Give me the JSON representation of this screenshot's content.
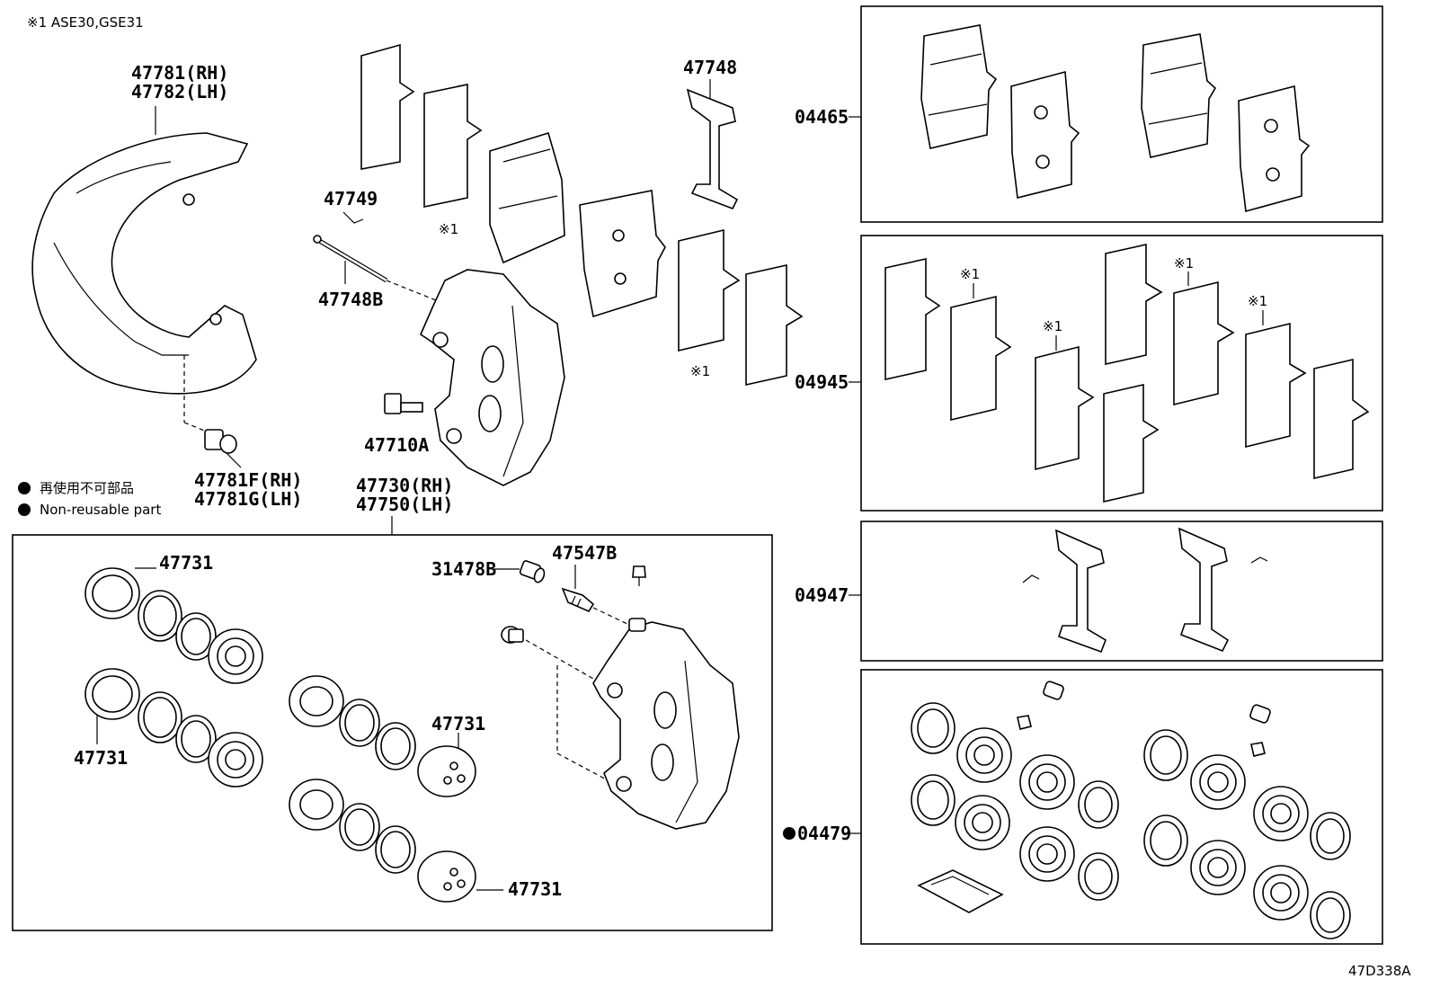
{
  "header_note": "※1 ASE30,GSE31",
  "legend": {
    "jp": "再使用不可部品",
    "en": "Non-reusable part"
  },
  "labels": {
    "shield_rh": "47781(RH)",
    "shield_lh": "47782(LH)",
    "bolt_rh": "47781F(RH)",
    "bolt_lh": "47781G(LH)",
    "pin_clip": "47749",
    "pin": "47748B",
    "spring": "47748",
    "caliper_bolt": "47710A",
    "caliper_rh": "47730(RH)",
    "caliper_lh": "47750(LH)",
    "mark1_a": "※1",
    "mark1_b": "※1",
    "piston_a": "47731",
    "piston_b": "47731",
    "piston_c": "47731",
    "piston_d": "47731",
    "cap": "31478B",
    "bleeder": "47547B",
    "kit_pad": "04465",
    "kit_shim": "04945",
    "kit_spring": "04947",
    "kit_seal": "04479",
    "shim_mark_1": "※1",
    "shim_mark_2": "※1",
    "shim_mark_3": "※1",
    "shim_mark_4": "※1",
    "diagram_code": "47D338A"
  },
  "colors": {
    "line": "#000000",
    "background": "#ffffff"
  }
}
